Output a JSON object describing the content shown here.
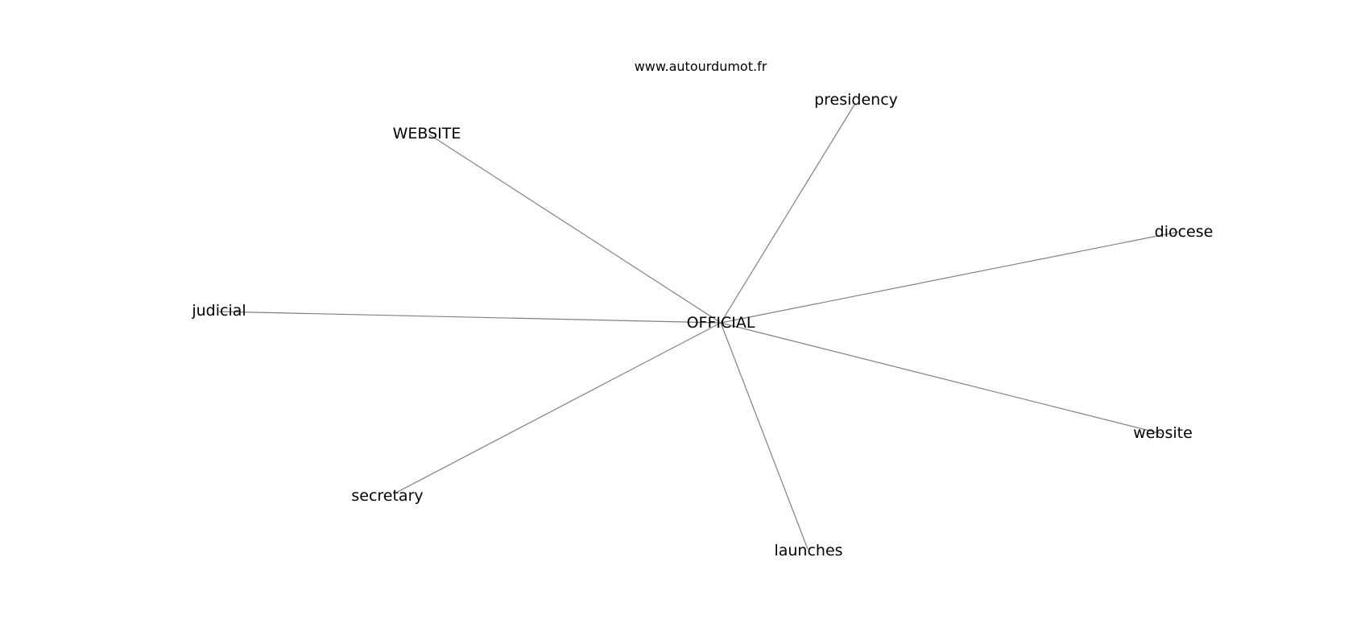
{
  "watermark": "www.autourdumot.fr",
  "colors": {
    "edge": "#808080",
    "text": "#000000",
    "background": "#ffffff"
  },
  "graph": {
    "center": {
      "id": "official",
      "label": "OFFICIAL"
    },
    "nodes": [
      {
        "id": "presidency",
        "label": "presidency"
      },
      {
        "id": "website-upper",
        "label": "WEBSITE"
      },
      {
        "id": "diocese",
        "label": "diocese"
      },
      {
        "id": "judicial",
        "label": "judicial"
      },
      {
        "id": "website",
        "label": "website"
      },
      {
        "id": "secretary",
        "label": "secretary"
      },
      {
        "id": "launches",
        "label": "launches"
      }
    ],
    "edges": [
      {
        "from": "official",
        "to": "presidency"
      },
      {
        "from": "official",
        "to": "website-upper"
      },
      {
        "from": "official",
        "to": "diocese"
      },
      {
        "from": "official",
        "to": "judicial"
      },
      {
        "from": "official",
        "to": "website"
      },
      {
        "from": "official",
        "to": "secretary"
      },
      {
        "from": "official",
        "to": "launches"
      }
    ]
  }
}
